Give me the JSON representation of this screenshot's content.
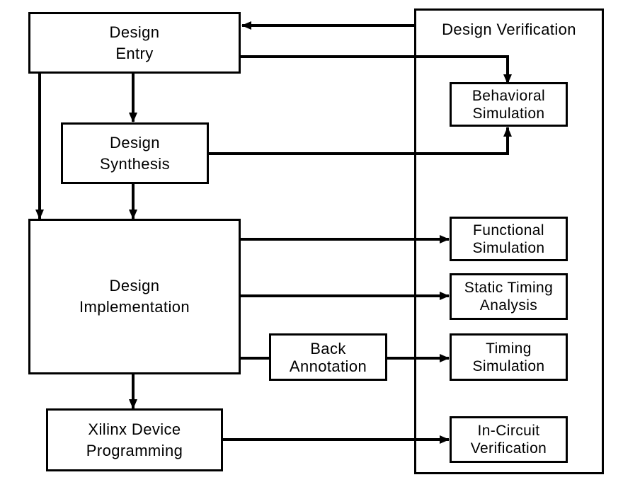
{
  "verification": {
    "title": "Design Verification"
  },
  "flow": {
    "design_entry": [
      "Design",
      "Entry"
    ],
    "design_synthesis": [
      "Design",
      "Synthesis"
    ],
    "design_implementation": [
      "Design",
      "Implementation"
    ],
    "back_annotation": [
      "Back",
      "Annotation"
    ],
    "device_programming": [
      "Xilinx Device",
      "Programming"
    ]
  },
  "checks": {
    "behavioral_simulation": [
      "Behavioral",
      "Simulation"
    ],
    "functional_simulation": [
      "Functional",
      "Simulation"
    ],
    "static_timing_analysis": [
      "Static Timing",
      "Analysis"
    ],
    "timing_simulation": [
      "Timing",
      "Simulation"
    ],
    "in_circuit_verification": [
      "In-Circuit",
      "Verification"
    ]
  }
}
